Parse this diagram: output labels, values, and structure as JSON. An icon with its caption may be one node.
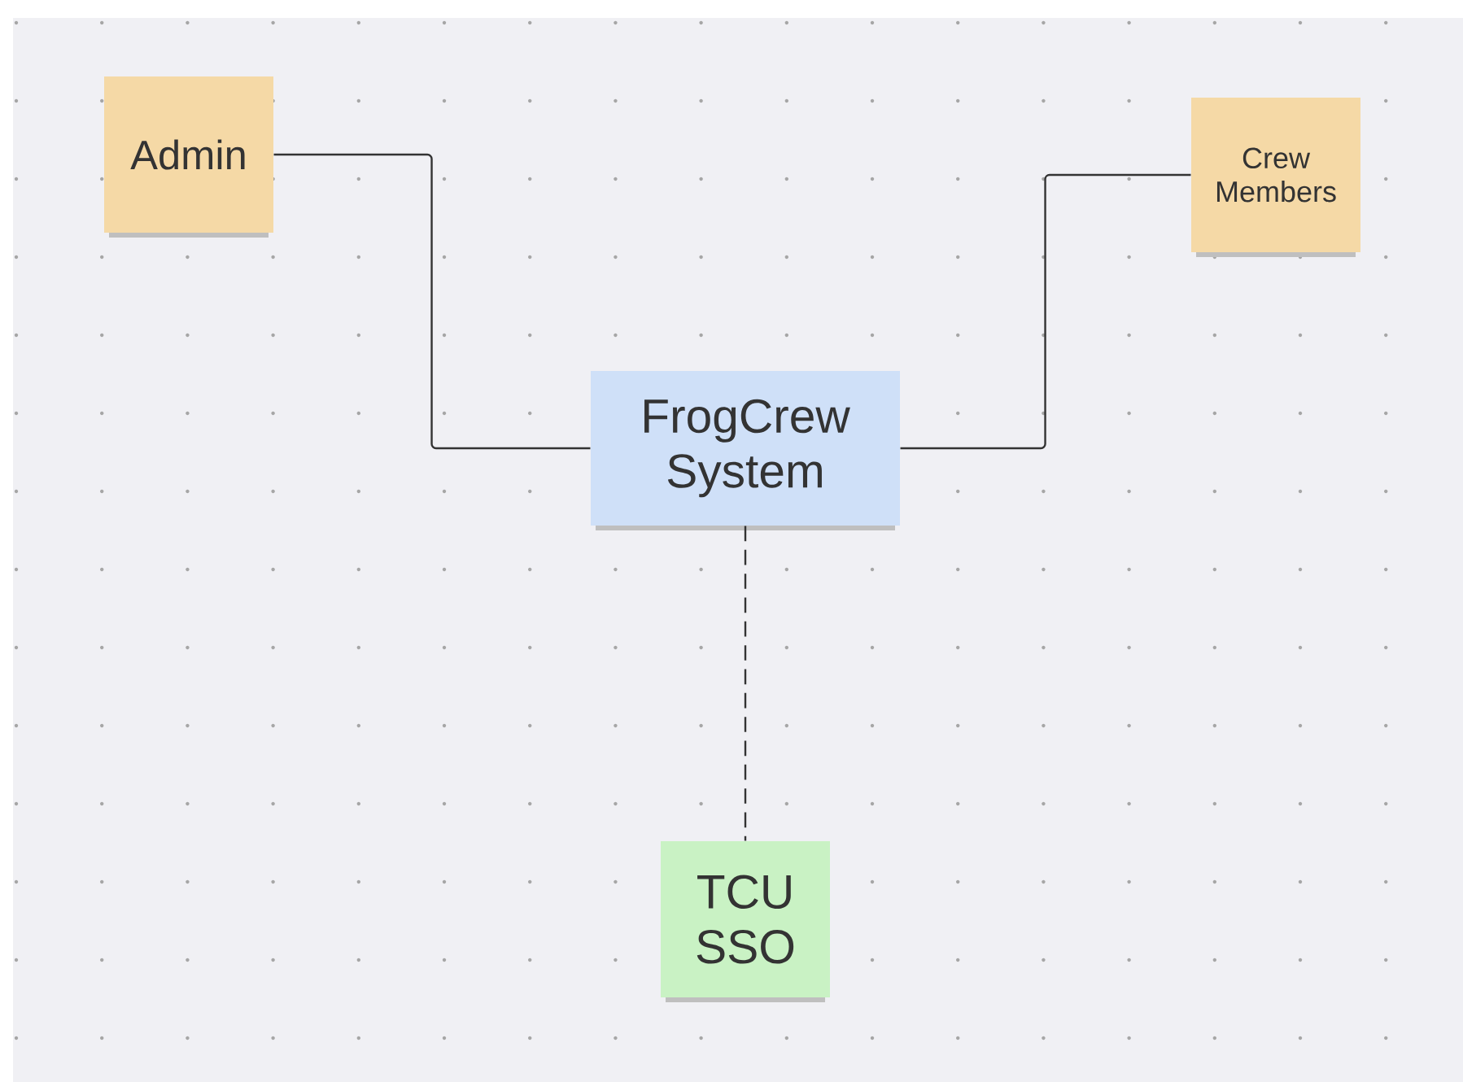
{
  "diagram": {
    "nodes": [
      {
        "text": [
          "Admin"
        ]
      },
      {
        "text": [
          "FrogCrew System"
        ]
      },
      {
        "text": [
          "Crew Members"
        ]
      },
      {
        "text": [
          "TCU SSO"
        ]
      }
    ],
    "edges": [
      {
        "from": 0,
        "to": 1,
        "arrow": "none"
      },
      {
        "from": 1,
        "to": 2,
        "arrow": "none"
      },
      {
        "from": 1,
        "to": 3,
        "arrow": "none",
        "style": "dashed"
      }
    ]
  }
}
